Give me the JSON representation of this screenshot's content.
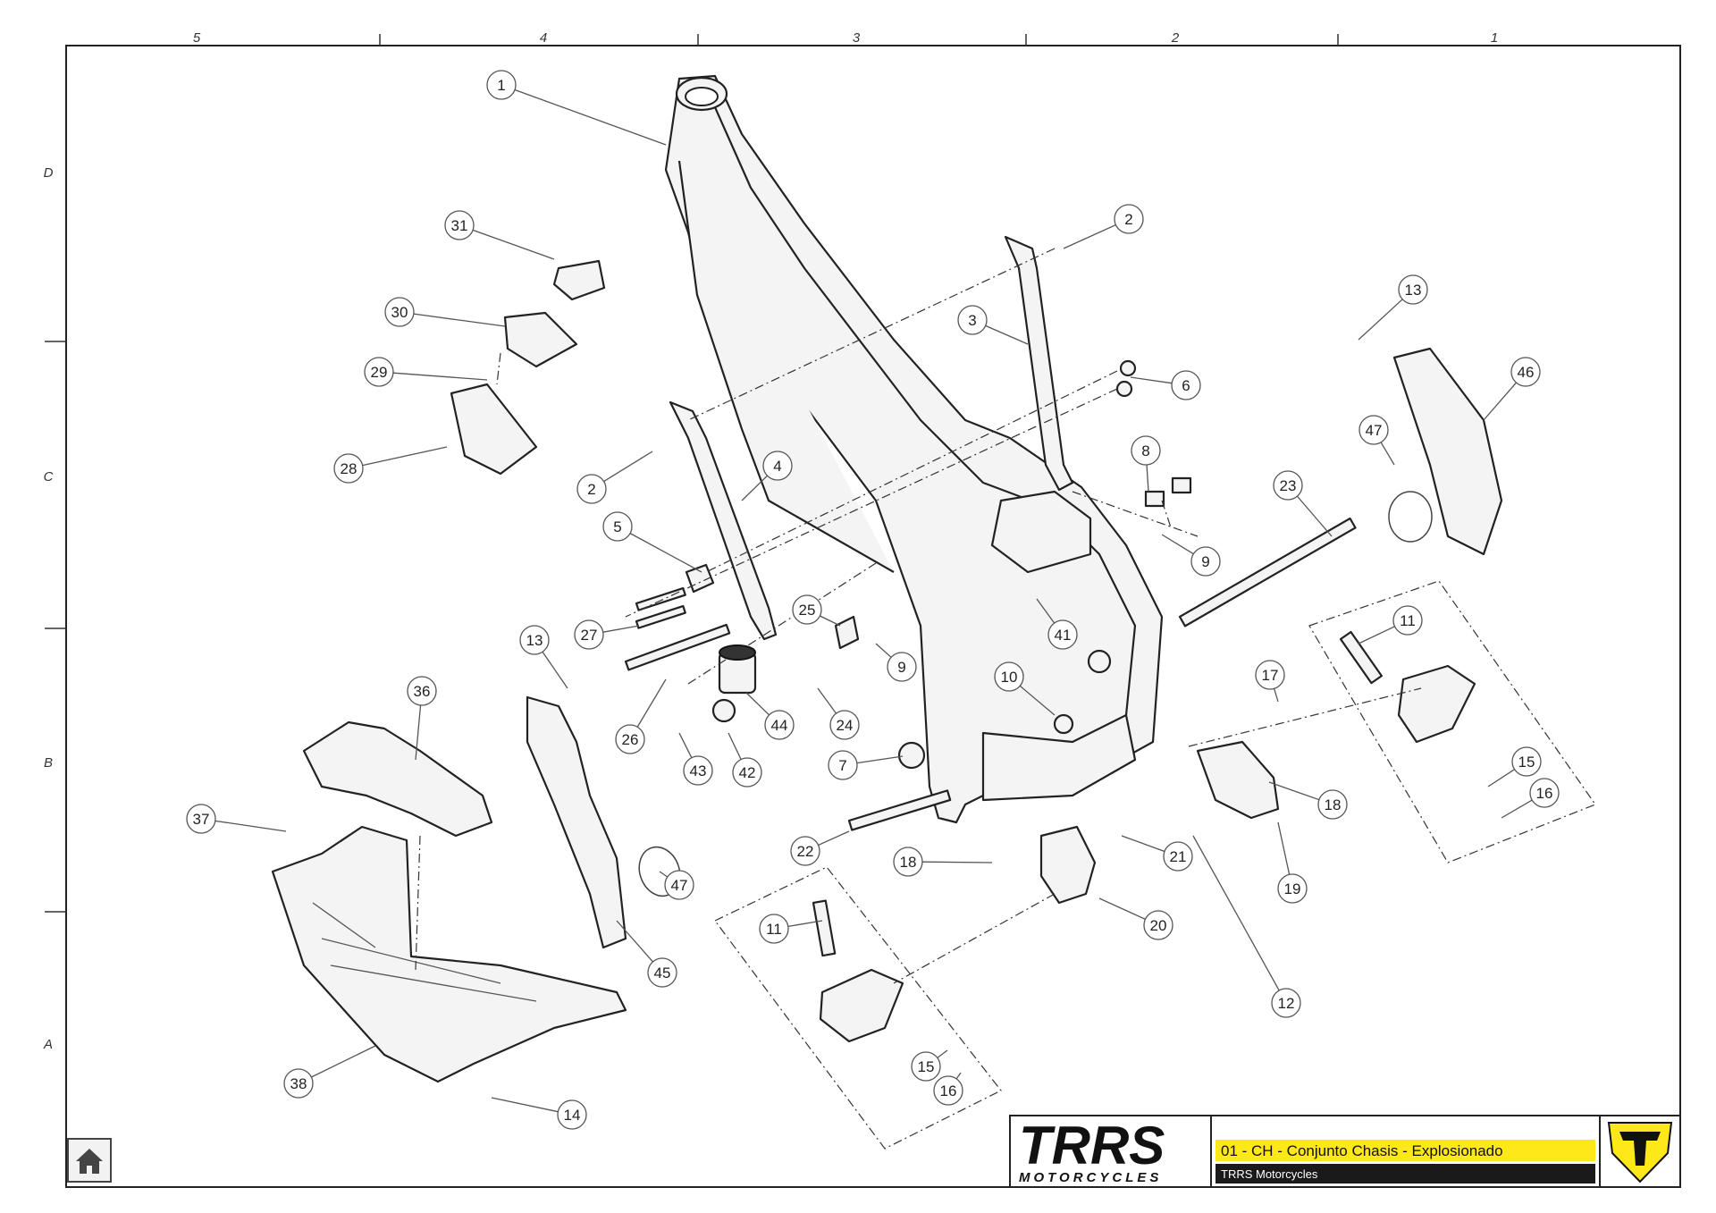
{
  "drawing": {
    "zones_top": [
      "5",
      "4",
      "3",
      "2",
      "1"
    ],
    "zones_side": [
      "D",
      "C",
      "B",
      "A"
    ],
    "callouts": [
      {
        "label": "1"
      },
      {
        "label": "2"
      },
      {
        "label": "2"
      },
      {
        "label": "3"
      },
      {
        "label": "4"
      },
      {
        "label": "5"
      },
      {
        "label": "6"
      },
      {
        "label": "7"
      },
      {
        "label": "8"
      },
      {
        "label": "9"
      },
      {
        "label": "9"
      },
      {
        "label": "10"
      },
      {
        "label": "11"
      },
      {
        "label": "11"
      },
      {
        "label": "12"
      },
      {
        "label": "13"
      },
      {
        "label": "13"
      },
      {
        "label": "14"
      },
      {
        "label": "15"
      },
      {
        "label": "15"
      },
      {
        "label": "16"
      },
      {
        "label": "16"
      },
      {
        "label": "17"
      },
      {
        "label": "18"
      },
      {
        "label": "18"
      },
      {
        "label": "19"
      },
      {
        "label": "20"
      },
      {
        "label": "21"
      },
      {
        "label": "22"
      },
      {
        "label": "23"
      },
      {
        "label": "24"
      },
      {
        "label": "25"
      },
      {
        "label": "26"
      },
      {
        "label": "27"
      },
      {
        "label": "28"
      },
      {
        "label": "29"
      },
      {
        "label": "30"
      },
      {
        "label": "31"
      },
      {
        "label": "36"
      },
      {
        "label": "37"
      },
      {
        "label": "38"
      },
      {
        "label": "41"
      },
      {
        "label": "42"
      },
      {
        "label": "43"
      },
      {
        "label": "44"
      },
      {
        "label": "45"
      },
      {
        "label": "46"
      },
      {
        "label": "47"
      },
      {
        "label": "47"
      }
    ]
  },
  "title_block": {
    "logo_main": "TRRS",
    "logo_sub": "MOTORCYCLES",
    "title": "01 - CH - Conjunto Chasis - Explosionado",
    "company": "TRRS Motorcycles"
  },
  "colors": {
    "accent_yellow": "#ffe81a",
    "title_bar_dark": "#1a1a1a",
    "line": "#222222"
  },
  "icons": {
    "home": "home-icon",
    "brand_emblem": "trrs-shield-icon"
  }
}
